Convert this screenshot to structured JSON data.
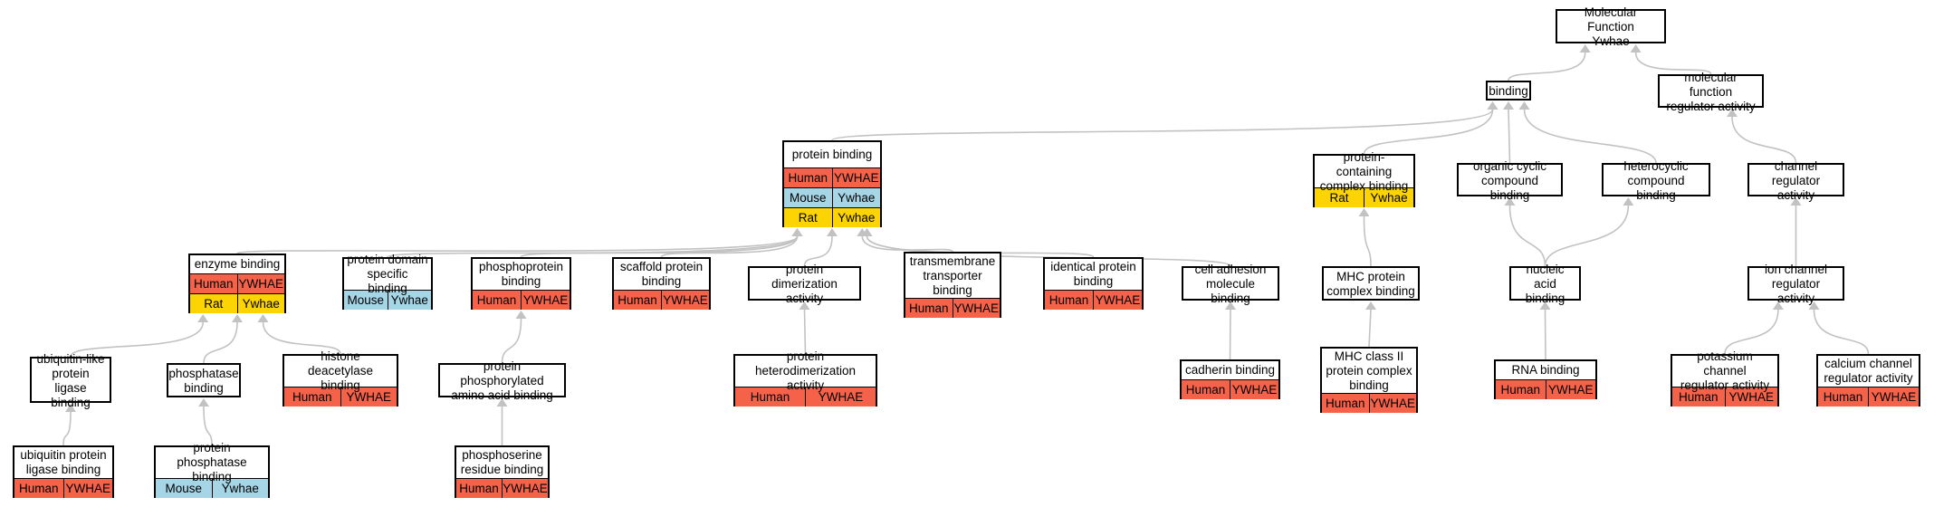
{
  "colors": {
    "human": "#f4624a",
    "mouse": "#a6d5e6",
    "rat": "#fcd404",
    "edge": "#c2c2c2",
    "border": "#000000"
  },
  "nodes": {
    "molecular_function": {
      "title": "Molecular Function\nYwhae",
      "rows": []
    },
    "binding": {
      "title": "binding",
      "rows": []
    },
    "mf_regulator": {
      "title": "molecular function\nregulator activity",
      "rows": []
    },
    "protein_binding": {
      "title": "protein binding",
      "rows": [
        {
          "species": "human",
          "org": "Human",
          "gene": "YWHAE"
        },
        {
          "species": "mouse",
          "org": "Mouse",
          "gene": "Ywhae"
        },
        {
          "species": "rat",
          "org": "Rat",
          "gene": "Ywhae"
        }
      ]
    },
    "protein_complex": {
      "title": "protein-containing\ncomplex binding",
      "rows": [
        {
          "species": "rat",
          "org": "Rat",
          "gene": "Ywhae"
        }
      ]
    },
    "organic_cyclic": {
      "title": "organic cyclic\ncompound binding",
      "rows": []
    },
    "heterocyclic": {
      "title": "heterocyclic\ncompound binding",
      "rows": []
    },
    "channel_regulator": {
      "title": "channel regulator\nactivity",
      "rows": []
    },
    "enzyme_binding": {
      "title": "enzyme binding",
      "rows": [
        {
          "species": "human",
          "org": "Human",
          "gene": "YWHAE"
        },
        {
          "species": "rat",
          "org": "Rat",
          "gene": "Ywhae"
        }
      ]
    },
    "protein_domain": {
      "title": "protein domain\nspecific binding",
      "rows": [
        {
          "species": "mouse",
          "org": "Mouse",
          "gene": "Ywhae"
        }
      ]
    },
    "phosphoprotein": {
      "title": "phosphoprotein\nbinding",
      "rows": [
        {
          "species": "human",
          "org": "Human",
          "gene": "YWHAE"
        }
      ]
    },
    "scaffold": {
      "title": "scaffold protein\nbinding",
      "rows": [
        {
          "species": "human",
          "org": "Human",
          "gene": "YWHAE"
        }
      ]
    },
    "dimerization": {
      "title": "protein dimerization\nactivity",
      "rows": []
    },
    "transmembrane": {
      "title": "transmembrane\ntransporter\nbinding",
      "rows": [
        {
          "species": "human",
          "org": "Human",
          "gene": "YWHAE"
        }
      ]
    },
    "identical": {
      "title": "identical protein\nbinding",
      "rows": [
        {
          "species": "human",
          "org": "Human",
          "gene": "YWHAE"
        }
      ]
    },
    "cell_adhesion": {
      "title": "cell adhesion\nmolecule binding",
      "rows": []
    },
    "mhc_complex": {
      "title": "MHC protein\ncomplex binding",
      "rows": []
    },
    "nucleic_acid": {
      "title": "nucleic acid\nbinding",
      "rows": []
    },
    "ion_channel": {
      "title": "ion channel\nregulator activity",
      "rows": []
    },
    "ubl_ligase": {
      "title": "ubiquitin-like\nprotein ligase\nbinding",
      "rows": []
    },
    "phosphatase": {
      "title": "phosphatase\nbinding",
      "rows": []
    },
    "histone": {
      "title": "histone deacetylase\nbinding",
      "rows": [
        {
          "species": "human",
          "org": "Human",
          "gene": "YWHAE"
        }
      ]
    },
    "phosphorylated_aa": {
      "title": "protein phosphorylated\namino acid binding",
      "rows": []
    },
    "heterodimerization": {
      "title": "protein heterodimerization\nactivity",
      "rows": [
        {
          "species": "human",
          "org": "Human",
          "gene": "YWHAE"
        }
      ]
    },
    "cadherin": {
      "title": "cadherin binding",
      "rows": [
        {
          "species": "human",
          "org": "Human",
          "gene": "YWHAE"
        }
      ]
    },
    "mhc_class_ii": {
      "title": "MHC class II\nprotein complex\nbinding",
      "rows": [
        {
          "species": "human",
          "org": "Human",
          "gene": "YWHAE"
        }
      ]
    },
    "rna_binding": {
      "title": "RNA binding",
      "rows": [
        {
          "species": "human",
          "org": "Human",
          "gene": "YWHAE"
        }
      ]
    },
    "potassium": {
      "title": "potassium channel\nregulator activity",
      "rows": [
        {
          "species": "human",
          "org": "Human",
          "gene": "YWHAE"
        }
      ]
    },
    "calcium": {
      "title": "calcium channel\nregulator activity",
      "rows": [
        {
          "species": "human",
          "org": "Human",
          "gene": "YWHAE"
        }
      ]
    },
    "ub_ligase": {
      "title": "ubiquitin protein\nligase binding",
      "rows": [
        {
          "species": "human",
          "org": "Human",
          "gene": "YWHAE"
        }
      ]
    },
    "protein_phosphatase": {
      "title": "protein phosphatase\nbinding",
      "rows": [
        {
          "species": "mouse",
          "org": "Mouse",
          "gene": "Ywhae"
        }
      ]
    },
    "phosphoserine": {
      "title": "phosphoserine\nresidue binding",
      "rows": [
        {
          "species": "human",
          "org": "Human",
          "gene": "YWHAE"
        }
      ]
    }
  },
  "edges": [
    {
      "from": "binding",
      "to": "molecular_function"
    },
    {
      "from": "mf_regulator",
      "to": "molecular_function"
    },
    {
      "from": "protein_binding",
      "to": "binding"
    },
    {
      "from": "protein_complex",
      "to": "binding"
    },
    {
      "from": "organic_cyclic",
      "to": "binding"
    },
    {
      "from": "heterocyclic",
      "to": "binding"
    },
    {
      "from": "channel_regulator",
      "to": "mf_regulator"
    },
    {
      "from": "enzyme_binding",
      "to": "protein_binding"
    },
    {
      "from": "protein_domain",
      "to": "protein_binding"
    },
    {
      "from": "phosphoprotein",
      "to": "protein_binding"
    },
    {
      "from": "scaffold",
      "to": "protein_binding"
    },
    {
      "from": "dimerization",
      "to": "protein_binding"
    },
    {
      "from": "transmembrane",
      "to": "protein_binding"
    },
    {
      "from": "identical",
      "to": "protein_binding"
    },
    {
      "from": "cell_adhesion",
      "to": "protein_binding"
    },
    {
      "from": "mhc_complex",
      "to": "protein_complex"
    },
    {
      "from": "nucleic_acid",
      "to": "organic_cyclic"
    },
    {
      "from": "nucleic_acid",
      "to": "heterocyclic"
    },
    {
      "from": "ion_channel",
      "to": "channel_regulator"
    },
    {
      "from": "ubl_ligase",
      "to": "enzyme_binding"
    },
    {
      "from": "phosphatase",
      "to": "enzyme_binding"
    },
    {
      "from": "histone",
      "to": "enzyme_binding"
    },
    {
      "from": "phosphorylated_aa",
      "to": "phosphoprotein"
    },
    {
      "from": "heterodimerization",
      "to": "dimerization"
    },
    {
      "from": "cadherin",
      "to": "cell_adhesion"
    },
    {
      "from": "mhc_class_ii",
      "to": "mhc_complex"
    },
    {
      "from": "rna_binding",
      "to": "nucleic_acid"
    },
    {
      "from": "potassium",
      "to": "ion_channel"
    },
    {
      "from": "calcium",
      "to": "ion_channel"
    },
    {
      "from": "ub_ligase",
      "to": "ubl_ligase"
    },
    {
      "from": "protein_phosphatase",
      "to": "phosphatase"
    },
    {
      "from": "phosphoserine",
      "to": "phosphorylated_aa"
    }
  ]
}
